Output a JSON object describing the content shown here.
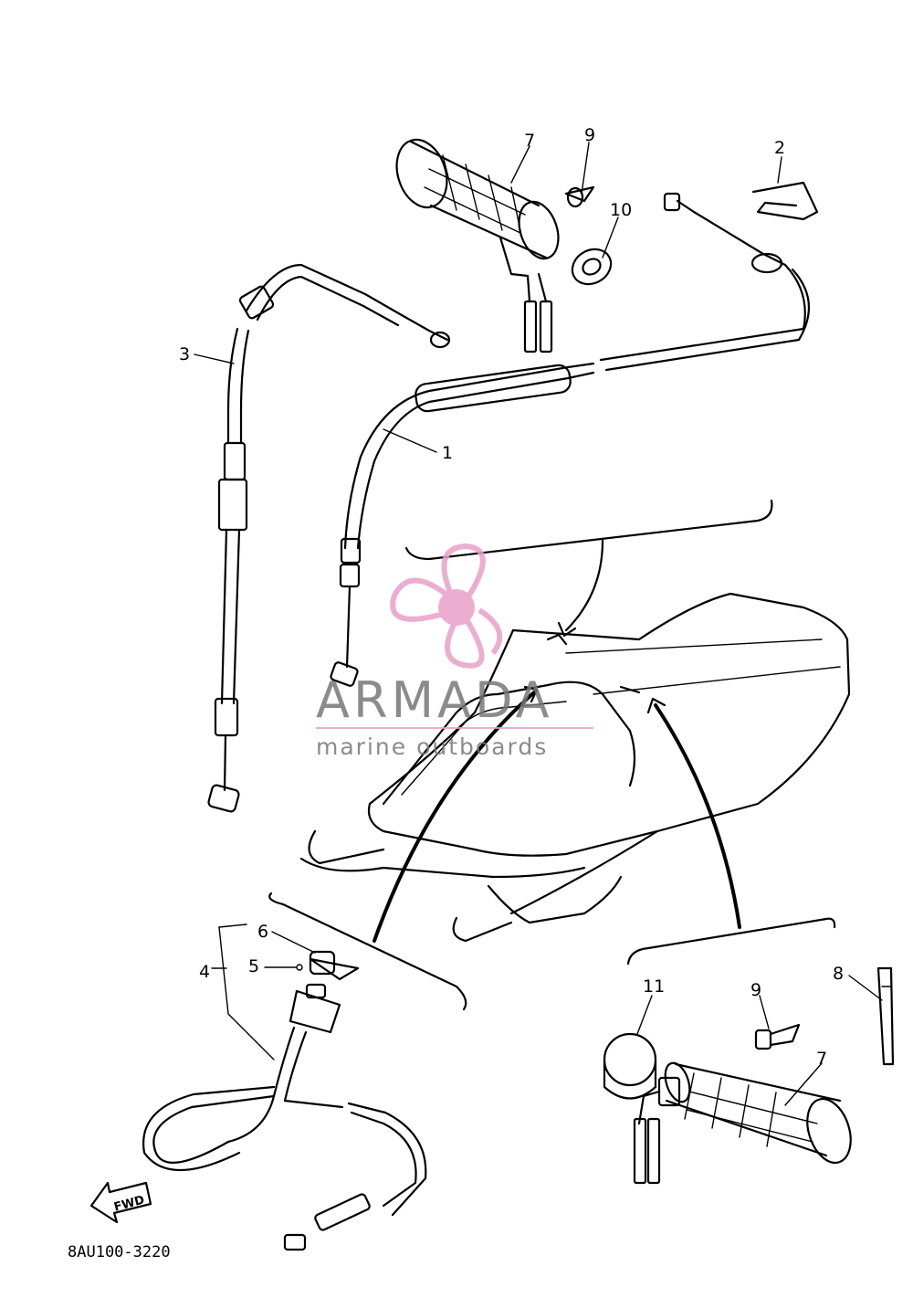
{
  "callouts": {
    "c1": "1",
    "c2": "2",
    "c3": "3",
    "c4": "4",
    "c5": "5",
    "c6": "6",
    "c7_top": "7",
    "c7_bottom": "7",
    "c8": "8",
    "c9_top": "9",
    "c9_bottom": "9",
    "c10": "10",
    "c11": "11"
  },
  "direction_label": "FWD",
  "drawing_code": "8AU100-3220",
  "watermark": {
    "brand": "ARMADA",
    "tagline": "marine outboards",
    "color": "#e8a0c8"
  }
}
